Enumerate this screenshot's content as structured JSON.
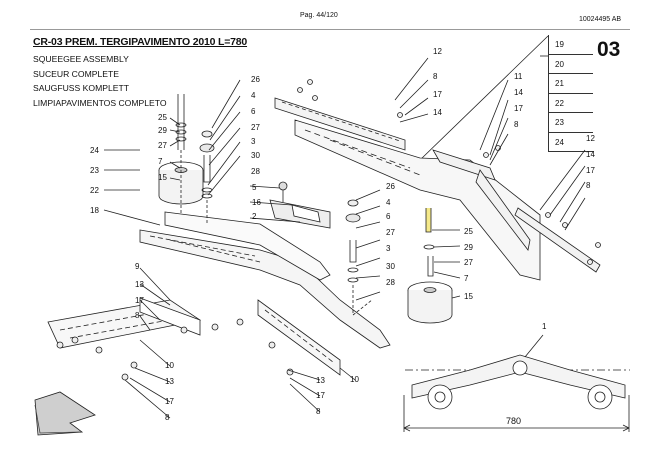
{
  "header": {
    "page": "Pag. 44/120",
    "code": "10024495 AB"
  },
  "title": "CR-03 PREM. TERGIPAVIMENTO 2010 L=780",
  "subtitles": [
    "SQUEEGEE ASSEMBLY",
    "SUCEUR COMPLETE",
    "SAUGFUSS KOMPLETT",
    "LIMPIAPAVIMENTOS COMPLETO"
  ],
  "table_number": "03",
  "ref_column": [
    "19",
    "20",
    "21",
    "22",
    "23",
    "24"
  ],
  "left_column_refs": [
    "24",
    "23",
    "22",
    "18"
  ],
  "callouts": {
    "top_mid": [
      "26",
      "4",
      "6",
      "27",
      "3",
      "30",
      "28"
    ],
    "left_stack": [
      "25",
      "29",
      "27",
      "7",
      "15"
    ],
    "bracket_top": [
      "12",
      "8",
      "17",
      "14"
    ],
    "right_top": [
      "11",
      "14",
      "17",
      "8"
    ],
    "right_far": [
      "12",
      "14",
      "17",
      "8"
    ],
    "center_stack": [
      "26",
      "4",
      "6",
      "27",
      "3",
      "30",
      "28"
    ],
    "center_right_stack": [
      "25",
      "29",
      "27",
      "7",
      "15"
    ],
    "handle": [
      "5",
      "16",
      "2"
    ],
    "lower_left": [
      "9",
      "13",
      "17",
      "8",
      "10",
      "13",
      "17",
      "8"
    ],
    "lower_mid": [
      "13",
      "17",
      "8",
      "10"
    ],
    "front_view": "1"
  },
  "dimension": "780"
}
